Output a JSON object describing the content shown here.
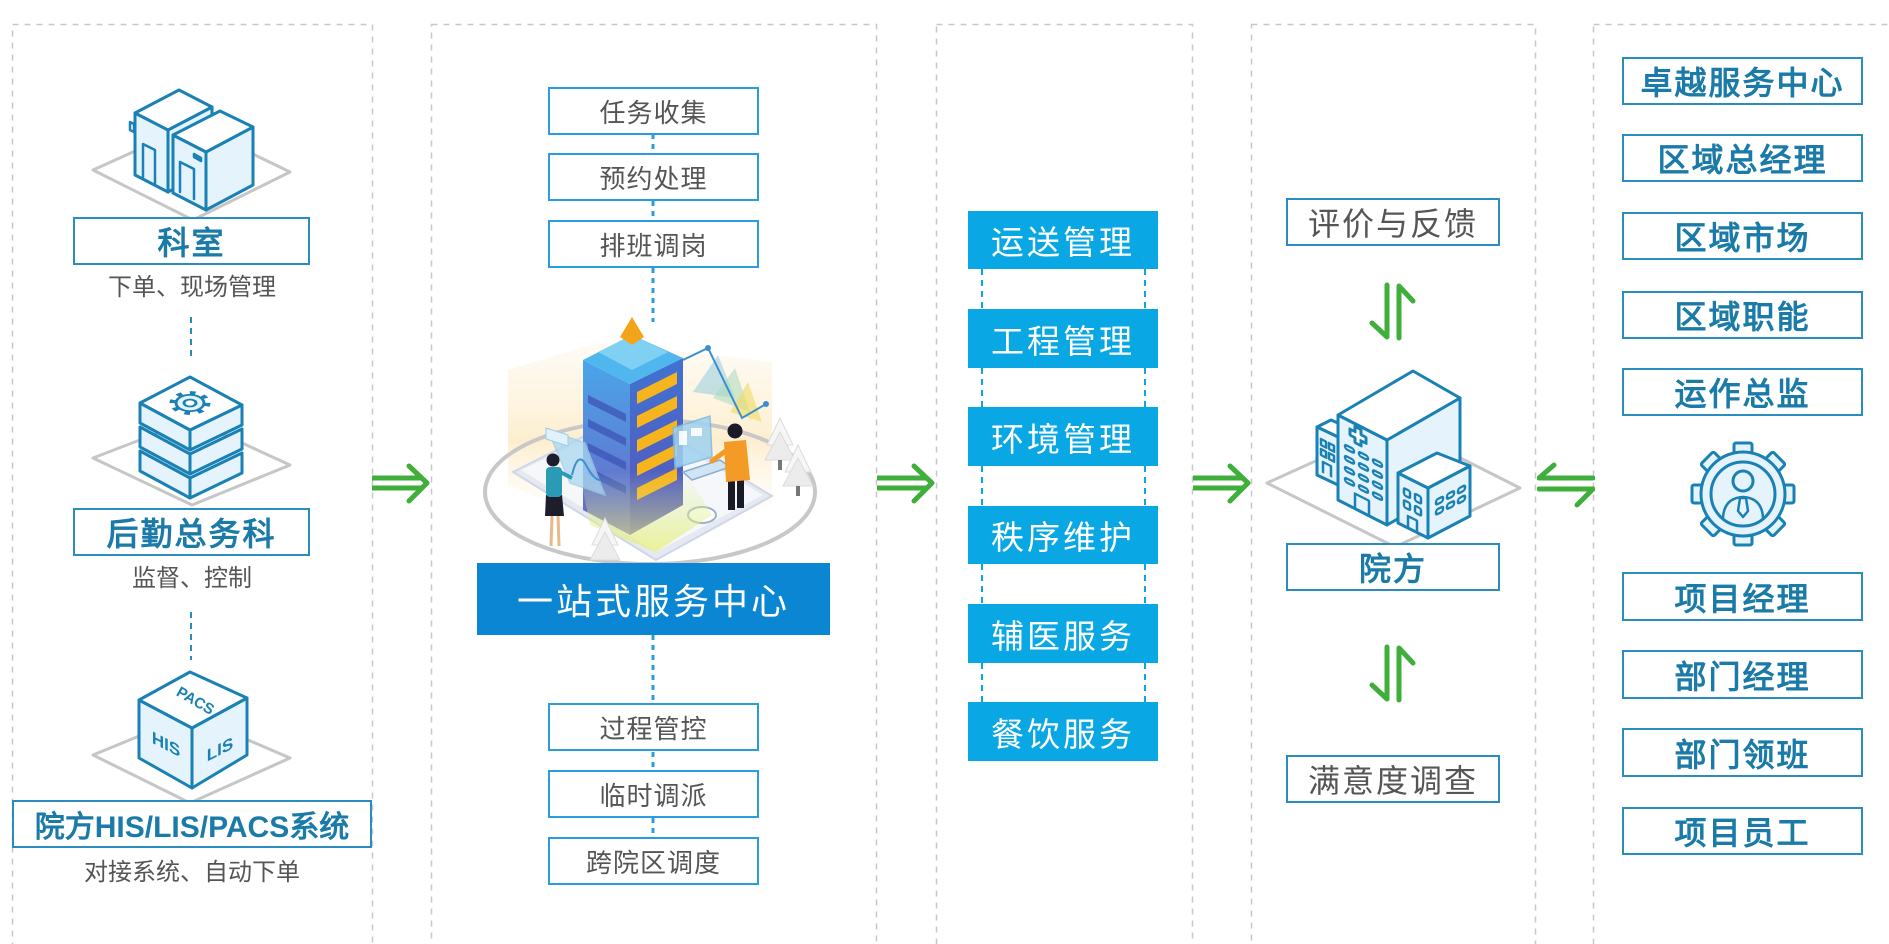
{
  "diagram": {
    "sources": {
      "items": [
        {
          "label": "科室",
          "desc": "下单、现场管理",
          "icon": "clinic-buildings-icon"
        },
        {
          "label": "后勤总务科",
          "desc": "监督、控制",
          "icon": "server-gear-stack-icon"
        },
        {
          "label": "院方HIS/LIS/PACS系统",
          "desc": "对接系统、自动下单",
          "icon": "his-lis-pacs-cube-icon",
          "cube_labels": {
            "top": "PACS",
            "left": "HIS",
            "right": "LIS"
          }
        }
      ]
    },
    "service_center": {
      "title": "一站式服务中心",
      "illustration": "smart-building-illustration",
      "steps_before": [
        "任务收集",
        "预约处理",
        "排班调岗"
      ],
      "steps_after": [
        "过程管控",
        "临时调派",
        "跨院区调度"
      ]
    },
    "services": {
      "items": [
        "运送管理",
        "工程管理",
        "环境管理",
        "秩序维护",
        "辅医服务",
        "餐饮服务"
      ]
    },
    "hospital": {
      "label": "院方",
      "icon": "hospital-buildings-icon",
      "feedback": "评价与反馈",
      "survey": "满意度调查",
      "exchange_icon": "up-down-harpoons-icon"
    },
    "organization": {
      "icon": "person-in-gear-icon",
      "upper_roles": [
        "卓越服务中心",
        "区域总经理",
        "区域市场",
        "区域职能",
        "运作总监"
      ],
      "lower_roles": [
        "项目经理",
        "部门经理",
        "部门领班",
        "项目员工"
      ]
    },
    "flow_arrows": [
      "double-arrow-right-icon",
      "double-arrow-right-icon",
      "double-arrow-right-icon",
      "left-right-harpoons-icon"
    ]
  },
  "colors": {
    "outline_blue": "#2b8dbf",
    "label_blue": "#1a7aa8",
    "step_border_blue": "#2a9de0",
    "center_fill": "#0a86d2",
    "service_fill": "#09a7e3",
    "arrow_green": "#3fae3a",
    "muted_text": "#555555",
    "panel_border": "#c8c8c8",
    "icon_stroke": "#1a81b4",
    "icon_fill": "#e4f3fc"
  }
}
